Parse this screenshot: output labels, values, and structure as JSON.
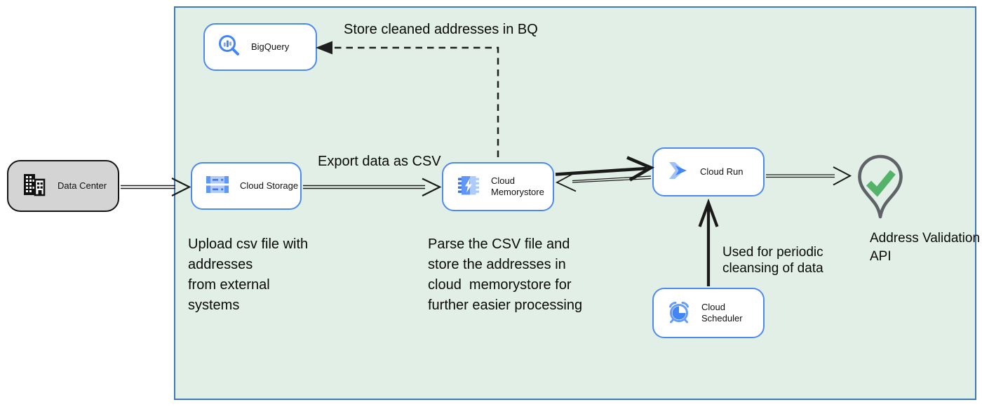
{
  "nodes": {
    "data_center": {
      "label": "Data Center",
      "icon": "building-icon"
    },
    "bigquery": {
      "label": "BigQuery",
      "icon": "bigquery-magnifier-icon"
    },
    "cloud_storage": {
      "label": "Cloud Storage",
      "icon": "storage-buckets-icon"
    },
    "cloud_memorystore": {
      "label": "Cloud Memorystore",
      "icon": "memorystore-chip-icon"
    },
    "cloud_run": {
      "label": "Cloud Run",
      "icon": "cloud-run-chevrons-icon"
    },
    "cloud_scheduler": {
      "label": "Cloud Scheduler",
      "icon": "scheduler-clock-icon"
    },
    "address_validation_api": {
      "label": "Address Validation\nAPI",
      "icon": "location-pin-check-icon"
    }
  },
  "edge_labels": {
    "store_cleaned": "Store cleaned addresses in BQ",
    "export_csv": "Export data as CSV",
    "periodic_cleansing": "Used for periodic\ncleansing of data"
  },
  "annotations": {
    "upload_note": "Upload csv file with\naddresses\nfrom external\nsystems",
    "parse_note": "Parse the CSV file and\nstore the addresses in\ncloud  memorystore for\nfurther easier processing"
  },
  "colors": {
    "container_fill": "#e1efe6",
    "container_border": "#3b79b8",
    "node_border": "#4d8af0",
    "node_fill": "#ffffff",
    "external_fill": "#d4d4d4",
    "external_border": "#141414",
    "icon_blue": "#4285f4",
    "icon_blue_light": "#aecbfa",
    "pin_gray": "#5f6368",
    "check_green": "#53b368",
    "arrow_black": "#1a1a1a"
  }
}
